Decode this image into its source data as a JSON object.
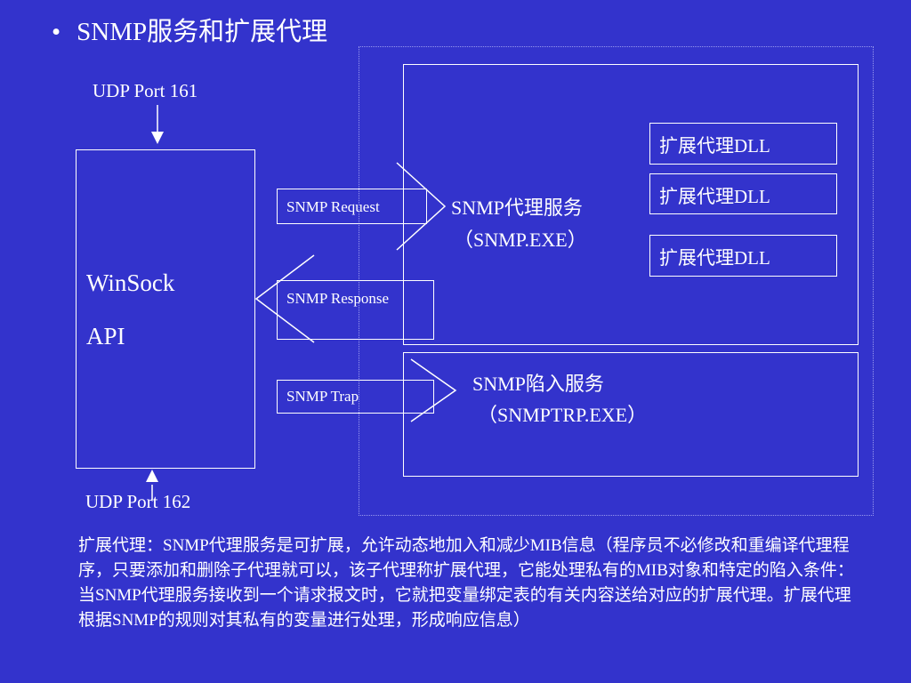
{
  "title": "SNMP服务和扩展代理",
  "diagram": {
    "udp_port_top": "UDP Port 161",
    "udp_port_bottom": "UDP Port 162",
    "winsock_line1": "WinSock",
    "winsock_line2": "API",
    "snmp_request": "SNMP Request",
    "snmp_response": "SNMP Response",
    "snmp_trap": "SNMP Trap",
    "agent_service_line1": "SNMP代理服务",
    "agent_service_line2": "（SNMP.EXE）",
    "trap_service_line1": "SNMP陷入服务",
    "trap_service_line2": "（SNMPTRP.EXE）",
    "ext_dll_1": "扩展代理DLL",
    "ext_dll_2": "扩展代理DLL",
    "ext_dll_3": "扩展代理DLL"
  },
  "description": "扩展代理：SNMP代理服务是可扩展，允许动态地加入和减少MIB信息（程序员不必修改和重编译代理程序，只要添加和删除子代理就可以，该子代理称扩展代理，它能处理私有的MIB对象和特定的陷入条件：当SNMP代理服务接收到一个请求报文时，它就把变量绑定表的有关内容送给对应的扩展代理。扩展代理根据SNMP的规则对其私有的变量进行处理，形成响应信息）"
}
